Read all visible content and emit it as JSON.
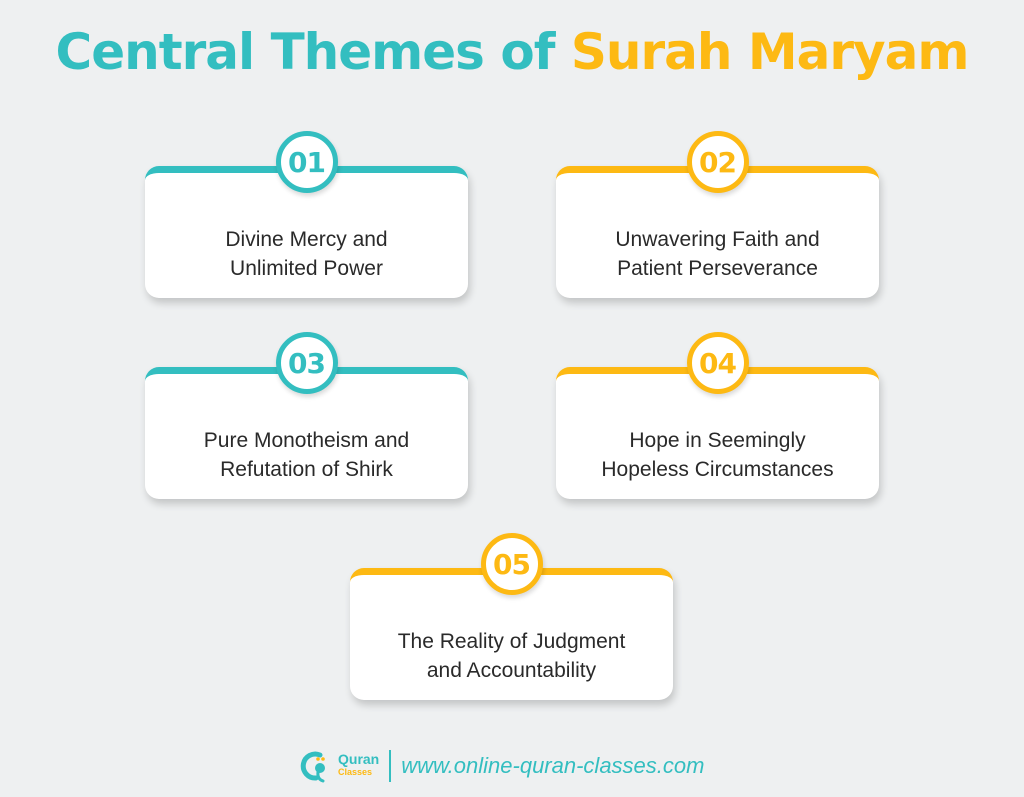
{
  "title": {
    "part1": "Central Themes of ",
    "part2": "Surah Maryam",
    "colors": {
      "part1": "#33bec0",
      "part2": "#fdb913"
    }
  },
  "themes": [
    {
      "number": "01",
      "line1": "Divine Mercy and",
      "line2": "Unlimited Power",
      "accent": "#33bec0"
    },
    {
      "number": "02",
      "line1": "Unwavering Faith and",
      "line2": "Patient Perseverance",
      "accent": "#fdb913"
    },
    {
      "number": "03",
      "line1": "Pure Monotheism and",
      "line2": "Refutation of Shirk",
      "accent": "#33bec0"
    },
    {
      "number": "04",
      "line1": "Hope in Seemingly",
      "line2": "Hopeless Circumstances",
      "accent": "#fdb913"
    },
    {
      "number": "05",
      "line1": "The Reality of Judgment",
      "line2": "and Accountability",
      "accent": "#fdb913"
    }
  ],
  "footer": {
    "logo_icon": "quran-classes-logo-icon",
    "logo_line1": "Quran",
    "logo_line2": "Classes",
    "url": "www.online-quran-classes.com"
  }
}
